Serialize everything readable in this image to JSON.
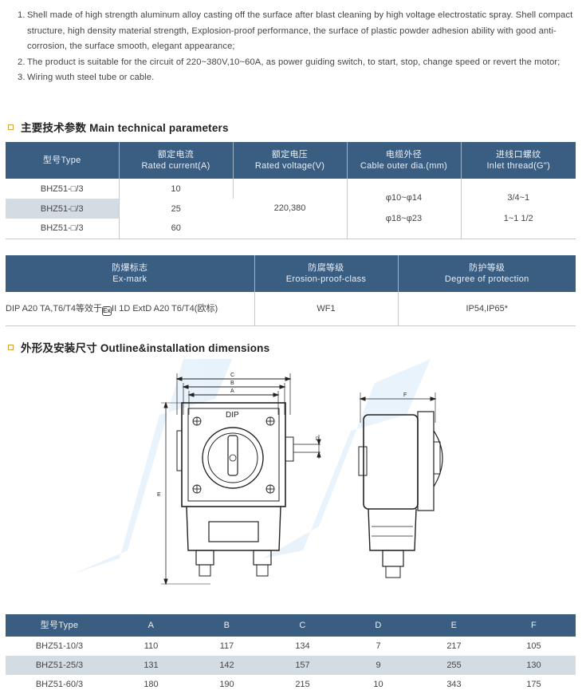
{
  "intro": {
    "items": [
      {
        "num": "1.",
        "text": "Shell made of high strength aluminum alloy casting off the surface after blast cleaning by high voltage electrostatic spray. Shell compact structure, high density material strength, Explosion-proof performance, the surface of plastic powder adhesion ability with good anti-corrosion, the surface smooth, elegant appearance;"
      },
      {
        "num": "2.",
        "text": "The product is suitable for the circuit of 220~380V,10~60A, as power guiding switch, to start, stop, change speed or revert the motor;"
      },
      {
        "num": "3.",
        "text": "Wiring wuth steel tube or cable."
      }
    ]
  },
  "sections": {
    "params_title": "主要技术参数 Main technical parameters",
    "outline_title": "外形及安装尺寸 Outline&installation dimensions"
  },
  "params_table": {
    "headers": [
      {
        "cn": "型号",
        "en": "Type"
      },
      {
        "cn": "额定电流",
        "en": "Rated current(A)"
      },
      {
        "cn": "额定电压",
        "en": "Rated voltage(V)"
      },
      {
        "cn": "电缆外径",
        "en": "Cable outer dia.(mm)"
      },
      {
        "cn": "进线口螺纹",
        "en": "Inlet thread(G\")"
      }
    ],
    "rows": [
      {
        "type": "BHZ51-□/3",
        "current": "10"
      },
      {
        "type": "BHZ51-□/3",
        "current": "25"
      },
      {
        "type": "BHZ51-□/3",
        "current": "60"
      }
    ],
    "voltage": "220,380",
    "cable_dia": [
      "φ10~φ14",
      "φ18~φ23"
    ],
    "thread": [
      "3/4~1",
      "1~1 1/2"
    ]
  },
  "mark_table": {
    "headers": [
      {
        "cn": "防爆标志",
        "en": "Ex-mark"
      },
      {
        "cn": "防腐等级",
        "en": "Erosion-proof-class"
      },
      {
        "cn": "防护等级",
        "en": "Degree of protection"
      }
    ],
    "exmark_before": "DIP A20 TA,T6/T4等效于",
    "exmark_symbol": "Ex",
    "exmark_after": "II 1D ExtD A20 T6/T4(欧标)",
    "erosion": "WF1",
    "protection": "IP54,IP65*"
  },
  "drawing": {
    "labels": {
      "c": "C",
      "b": "B",
      "a": "A",
      "d": "D",
      "e": "E",
      "f": "F",
      "dip": "DIP"
    }
  },
  "dims_table": {
    "headers": [
      "型号Type",
      "A",
      "B",
      "C",
      "D",
      "E",
      "F"
    ],
    "rows": [
      [
        "BHZ51-10/3",
        "110",
        "117",
        "134",
        "7",
        "217",
        "105"
      ],
      [
        "BHZ51-25/3",
        "131",
        "142",
        "157",
        "9",
        "255",
        "130"
      ],
      [
        "BHZ51-60/3",
        "180",
        "190",
        "215",
        "10",
        "343",
        "175"
      ]
    ]
  },
  "colors": {
    "header_bg": "#3a5d82",
    "row_shade": "#d3dbe3",
    "section_marker": "#d7a13a"
  }
}
